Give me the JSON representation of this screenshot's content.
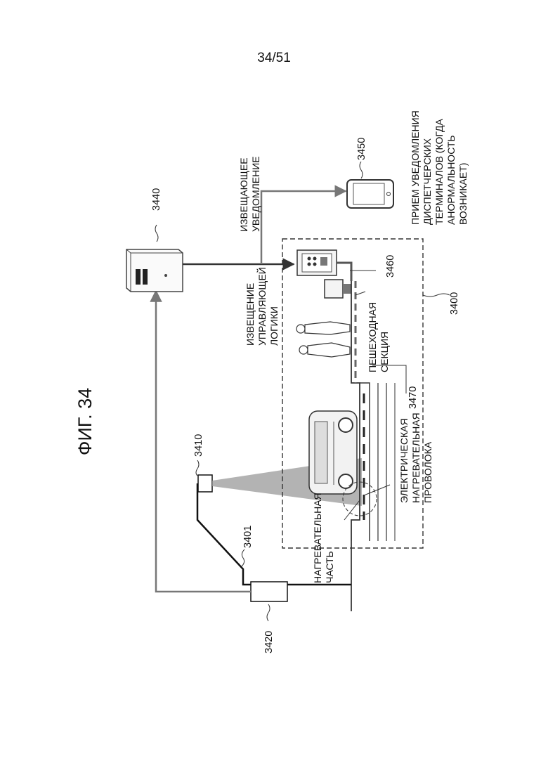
{
  "page_number": "34/51",
  "figure_title": "ФИГ. 34",
  "refs": {
    "sensor": "3410",
    "pole": "3401",
    "controller": "3420",
    "server": "3440",
    "terminal": "3450",
    "system": "3400",
    "control_panel": "3460",
    "road_section": "3470"
  },
  "labels": {
    "notification_line1": "ИЗВЕЩАЮЩЕЕ",
    "notification_line2": "УВЕДОМЛЕНИЕ",
    "control_logic_line1": "ИЗВЕЩЕНИЕ",
    "control_logic_line2": "УПРАВЛЯЮЩЕЙ",
    "control_logic_line3": "ЛОГИКИ",
    "terminal_recv_line1": "ПРИЕМ УВЕДОМЛЕНИЯ",
    "terminal_recv_line2": "ДИСПЕТЧЕРСКИХ",
    "terminal_recv_line3": "ТЕРМИНАЛОВ (КОГДА",
    "terminal_recv_line4": "АНОРМАЛЬНОСТЬ",
    "terminal_recv_line5": "ВОЗНИКАЕТ)",
    "pedestrian_line1": "ПЕШЕХОДНАЯ",
    "pedestrian_line2": "СЕКЦИЯ",
    "wire_line1": "ЭЛЕКТРИЧЕСКАЯ",
    "wire_line2": "НАГРЕВАТЕЛЬНАЯ",
    "wire_line3": "ПРОВОЛОКА",
    "heating_line1": "НАГРЕВАТЕЛЬНАЯ",
    "heating_line2": "ЧАСТЬ"
  }
}
